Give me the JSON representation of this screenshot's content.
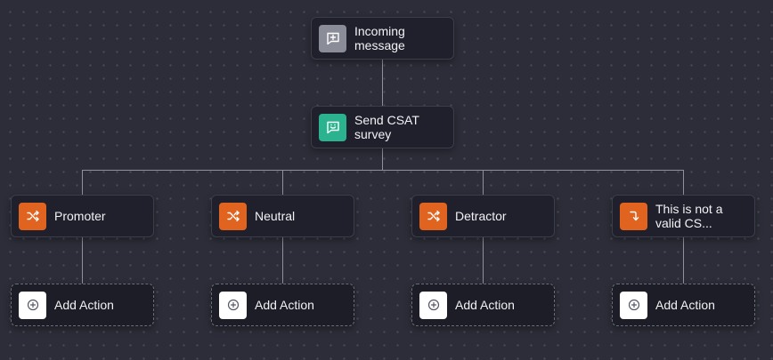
{
  "colors": {
    "canvas": "#2c2d38",
    "node": "#1f202b",
    "trigger_icon": "#8a8c97",
    "message_icon": "#2bb38f",
    "branch_icon": "#e0631f",
    "connector": "#8e909b"
  },
  "trigger": {
    "label": "Incoming\nmessage",
    "icon": "message-plus-icon"
  },
  "survey": {
    "label": "Send CSAT\nsurvey",
    "icon": "message-smile-icon"
  },
  "branches": [
    {
      "label": "Promoter",
      "icon": "shuffle-icon",
      "action": "Add Action"
    },
    {
      "label": "Neutral",
      "icon": "shuffle-icon",
      "action": "Add Action"
    },
    {
      "label": "Detractor",
      "icon": "shuffle-icon",
      "action": "Add Action"
    },
    {
      "label": "This is not a\nvalid CS...",
      "icon": "arrow-turn-down-icon",
      "action": "Add Action"
    }
  ]
}
